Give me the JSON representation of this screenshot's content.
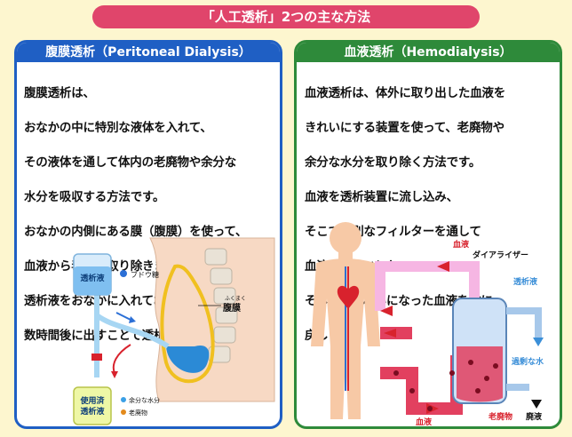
{
  "title": "「人工透析」2つの主な方法",
  "left_panel": {
    "heading": "腹膜透析（Peritoneal Dialysis）",
    "description_lines": [
      "腹膜透析は、",
      "おなかの中に特別な液体を入れて、",
      "その液体を通して体内の老廃物や余分な",
      "水分を吸収する方法です。",
      "おなかの内側にある膜（腹膜）を使って、",
      "血液から毒素を取り除きます。",
      "透析液をおなかに入れておいて、",
      "数時間後に出すことで透析が行われます。"
    ],
    "diagram": {
      "bag_top_label": "透析液",
      "bag_bottom_label_1": "使用済",
      "bag_bottom_label_2": "透析液",
      "legend_glucose": "ブドウ糖",
      "legend_water": "余分な水分",
      "legend_waste": "老廃物",
      "peritoneum_ruby": "ふくまく",
      "peritoneum_label": "腹膜"
    },
    "colors": {
      "accent": "#1f5fc4",
      "glucose": "#2b6fd6",
      "water": "#3aa0e6",
      "waste": "#e38a1c"
    }
  },
  "right_panel": {
    "heading": "血液透析（Hemodialysis）",
    "description_lines": [
      "血液透析は、体外に取り出した血液を",
      "きれいにする装置を使って、老廃物や",
      "余分な水分を取り除く方法です。",
      "血液を透析装置に流し込み、",
      "そこで特別なフィルターを通して",
      "血液をきれいにし、",
      "そして、きれいになった血液を体に",
      "戻します。"
    ],
    "diagram": {
      "blood_top": "血液",
      "dialyzer": "ダイアライザー",
      "dialysate": "透析液",
      "excess_water": "過剰な水",
      "waste": "老廃物",
      "waste_fluid": "廃液",
      "blood_bottom": "血液"
    },
    "colors": {
      "accent": "#2e8a3a",
      "blood": "#e2405f",
      "return_tube": "#f6b6e3",
      "dialysate": "#3b8fd8"
    }
  }
}
